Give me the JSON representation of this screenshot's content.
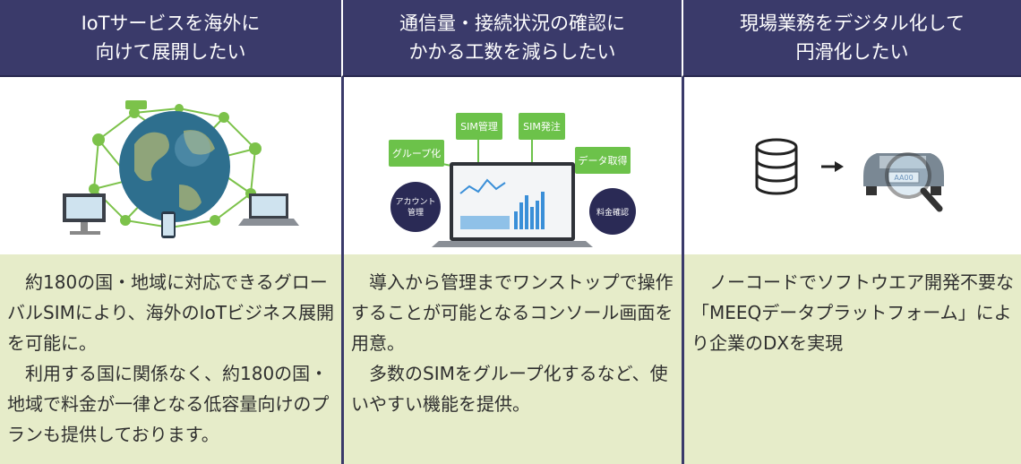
{
  "columns": [
    {
      "header": [
        "IoTサービスを海外に",
        "向けて展開したい"
      ],
      "body": [
        "約180の国・地域に対応できるグローバルSIMにより、海外のIoTビジネス展開を可能に。",
        "利用する国に関係なく、約180の国・地域で料金が一律となる低容量向けのプランも提供しております。"
      ]
    },
    {
      "header": [
        "通信量・接続状況の確認に",
        "かかる工数を減らしたい"
      ],
      "body": [
        "導入から管理までワンストップで操作することが可能となるコンソール画面を用意。",
        "多数のSIMをグループ化するなど、使いやすい機能を提供。"
      ],
      "diagram_labels": {
        "sim_manage": "SIM管理",
        "sim_order": "SIM発注",
        "group": "グループ化",
        "data_get": "データ取得",
        "account": "アカウント",
        "account2": "管理",
        "fee": "料金確認"
      }
    },
    {
      "header": [
        "現場業務をデジタル化して",
        "円滑化したい"
      ],
      "body": [
        "ノーコードでソフトウエア開発不要な「MEEQデータプラットフォーム」により企業のDXを実現"
      ],
      "plate": "AA00"
    }
  ],
  "colors": {
    "header_bg": "#3a3a6a",
    "body_bg": "#e6ecc9",
    "accent_green": "#6cc24a",
    "dark_navy": "#2a2a55"
  }
}
